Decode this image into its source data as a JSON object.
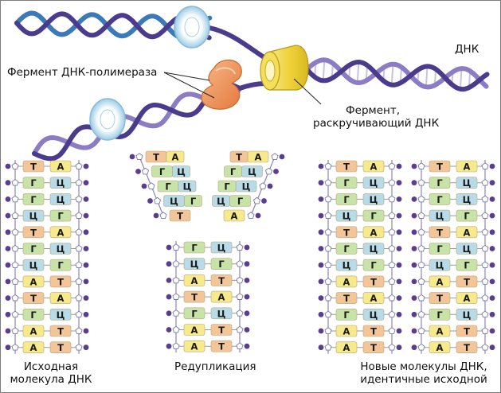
{
  "labels": {
    "dna": "ДНК",
    "polymerase": "Фермент ДНК-полимераза",
    "helicase_line1": "Фермент,",
    "helicase_line2": "раскручивающий ДНК",
    "original_line1": "Исходная",
    "original_line2": "молекула ДНК",
    "replication": "Редупликация",
    "new_line1": "Новые молекулы ДНК,",
    "new_line2": "идентичные исходной"
  },
  "sequence": [
    [
      "Т",
      "А"
    ],
    [
      "Г",
      "Ц"
    ],
    [
      "Г",
      "Ц"
    ],
    [
      "Ц",
      "Г"
    ],
    [
      "Т",
      "А"
    ],
    [
      "Г",
      "Ц"
    ],
    [
      "Ц",
      "Г"
    ],
    [
      "А",
      "Т"
    ],
    [
      "Т",
      "А"
    ],
    [
      "Г",
      "Ц"
    ],
    [
      "А",
      "Т"
    ],
    [
      "А",
      "Т"
    ]
  ],
  "colors": {
    "T": "#f3c69a",
    "A": "#f6ea8c",
    "G": "#c8e3a8",
    "C": "#b7dce8",
    "strand_dark": "#4b3b8c",
    "strand_light": "#8b7cc4",
    "strand_blue": "#3b79b8",
    "helicase": "#f0d84a",
    "polymerase": "#f09a5a",
    "clamp": "#bfe0ef"
  }
}
